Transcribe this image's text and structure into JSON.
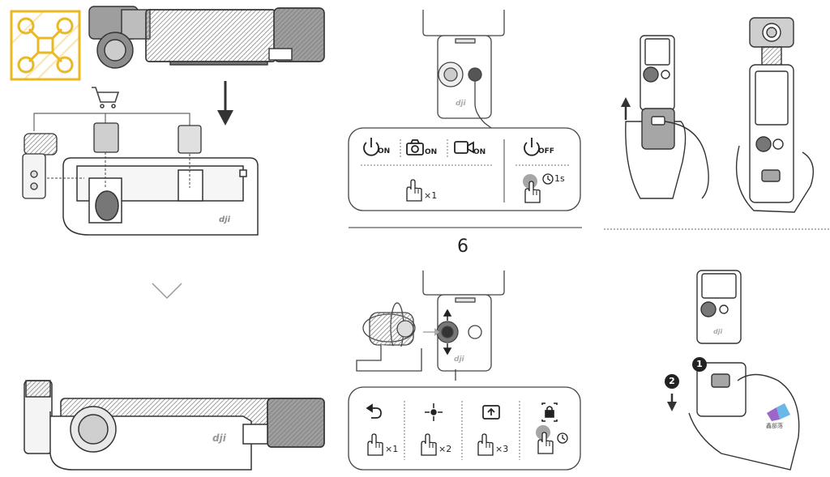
{
  "step_number": "6",
  "power_panel": {
    "on_suffix": "ON",
    "off_suffix": "OFF",
    "press_count": "×1",
    "hold_time": "1s"
  },
  "control_panel": {
    "recenter_count": "×1",
    "center_count": "×2",
    "flip_count": "×3"
  },
  "markers": {
    "step1": "1",
    "step2": "2"
  },
  "brand_mark": "dji",
  "watermark": "鑫部落",
  "colors": {
    "line": "#333333",
    "gray_fill": "#a6a6a6",
    "logo_gold": "#e9b824"
  },
  "icons": [
    "drone-logo-icon",
    "cart-icon",
    "power-icon",
    "camera-icon",
    "video-icon",
    "hand-icon",
    "timer-icon",
    "undo-icon",
    "recenter-icon",
    "flip-icon",
    "lock-icon",
    "arrow-down-icon",
    "arrow-up-icon",
    "chevron-down-icon"
  ]
}
